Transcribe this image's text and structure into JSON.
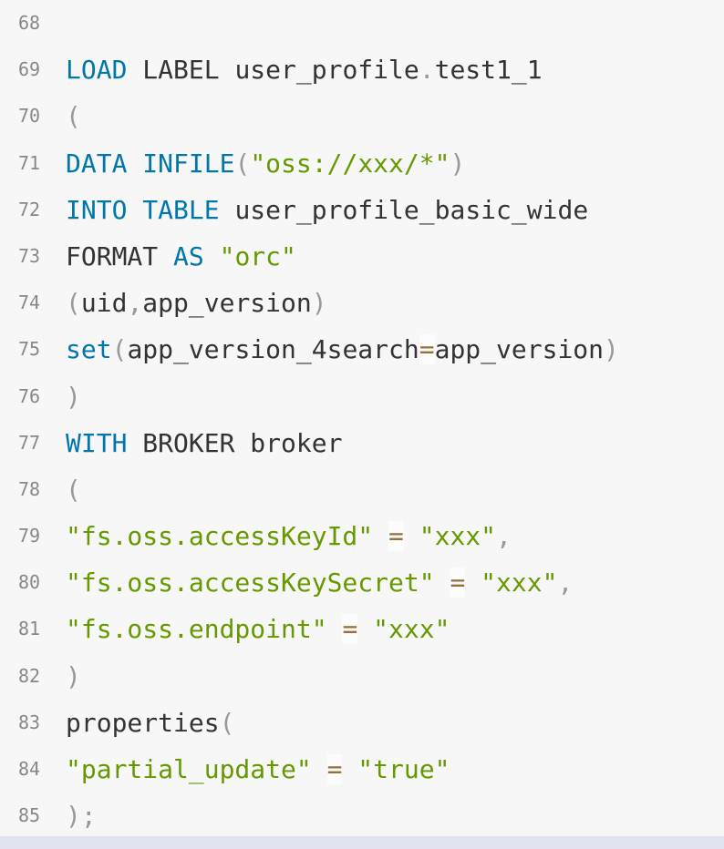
{
  "code": {
    "lines": [
      {
        "n": "68",
        "tokens": []
      },
      {
        "n": "69",
        "tokens": [
          [
            "keyword",
            "LOAD"
          ],
          [
            "plain",
            " LABEL user_profile"
          ],
          [
            "punct",
            "."
          ],
          [
            "plain",
            "test1_1"
          ]
        ]
      },
      {
        "n": "70",
        "tokens": [
          [
            "punct",
            "("
          ]
        ]
      },
      {
        "n": "71",
        "tokens": [
          [
            "keyword",
            "DATA"
          ],
          [
            "plain",
            " "
          ],
          [
            "keyword",
            "INFILE"
          ],
          [
            "punct",
            "("
          ],
          [
            "string",
            "\"oss://xxx/*\""
          ],
          [
            "punct",
            ")"
          ]
        ]
      },
      {
        "n": "72",
        "tokens": [
          [
            "keyword",
            "INTO"
          ],
          [
            "plain",
            " "
          ],
          [
            "keyword",
            "TABLE"
          ],
          [
            "plain",
            " user_profile_basic_wide"
          ]
        ]
      },
      {
        "n": "73",
        "tokens": [
          [
            "plain",
            "FORMAT "
          ],
          [
            "keyword",
            "AS"
          ],
          [
            "plain",
            " "
          ],
          [
            "string",
            "\"orc\""
          ]
        ]
      },
      {
        "n": "74",
        "tokens": [
          [
            "punct",
            "("
          ],
          [
            "plain",
            "uid"
          ],
          [
            "punct",
            ","
          ],
          [
            "plain",
            "app_version"
          ],
          [
            "punct",
            ")"
          ]
        ]
      },
      {
        "n": "75",
        "tokens": [
          [
            "keyword",
            "set"
          ],
          [
            "punct",
            "("
          ],
          [
            "plain",
            "app_version_4search"
          ],
          [
            "operator",
            "="
          ],
          [
            "plain",
            "app_version"
          ],
          [
            "punct",
            ")"
          ]
        ]
      },
      {
        "n": "76",
        "tokens": [
          [
            "punct",
            ")"
          ]
        ]
      },
      {
        "n": "77",
        "tokens": [
          [
            "keyword",
            "WITH"
          ],
          [
            "plain",
            " BROKER broker"
          ]
        ]
      },
      {
        "n": "78",
        "tokens": [
          [
            "punct",
            "("
          ]
        ]
      },
      {
        "n": "79",
        "tokens": [
          [
            "string",
            "\"fs.oss.accessKeyId\""
          ],
          [
            "plain",
            " "
          ],
          [
            "operator",
            "="
          ],
          [
            "plain",
            " "
          ],
          [
            "string",
            "\"xxx\""
          ],
          [
            "punct",
            ","
          ]
        ]
      },
      {
        "n": "80",
        "tokens": [
          [
            "string",
            "\"fs.oss.accessKeySecret\""
          ],
          [
            "plain",
            " "
          ],
          [
            "operator",
            "="
          ],
          [
            "plain",
            " "
          ],
          [
            "string",
            "\"xxx\""
          ],
          [
            "punct",
            ","
          ]
        ]
      },
      {
        "n": "81",
        "tokens": [
          [
            "string",
            "\"fs.oss.endpoint\""
          ],
          [
            "plain",
            " "
          ],
          [
            "operator",
            "="
          ],
          [
            "plain",
            " "
          ],
          [
            "string",
            "\"xxx\""
          ]
        ]
      },
      {
        "n": "82",
        "tokens": [
          [
            "punct",
            ")"
          ]
        ]
      },
      {
        "n": "83",
        "tokens": [
          [
            "plain",
            "properties"
          ],
          [
            "punct",
            "("
          ]
        ]
      },
      {
        "n": "84",
        "tokens": [
          [
            "string",
            "\"partial_update\""
          ],
          [
            "plain",
            " "
          ],
          [
            "operator",
            "="
          ],
          [
            "plain",
            " "
          ],
          [
            "string",
            "\"true\""
          ]
        ]
      },
      {
        "n": "85",
        "tokens": [
          [
            "punct",
            ")"
          ],
          [
            "punct",
            ";"
          ]
        ]
      }
    ]
  },
  "colors": {
    "keyword": "#0077aa",
    "string": "#669900",
    "operator": "#9a6e3a",
    "punct": "#999999",
    "background": "#f7f7f7"
  }
}
